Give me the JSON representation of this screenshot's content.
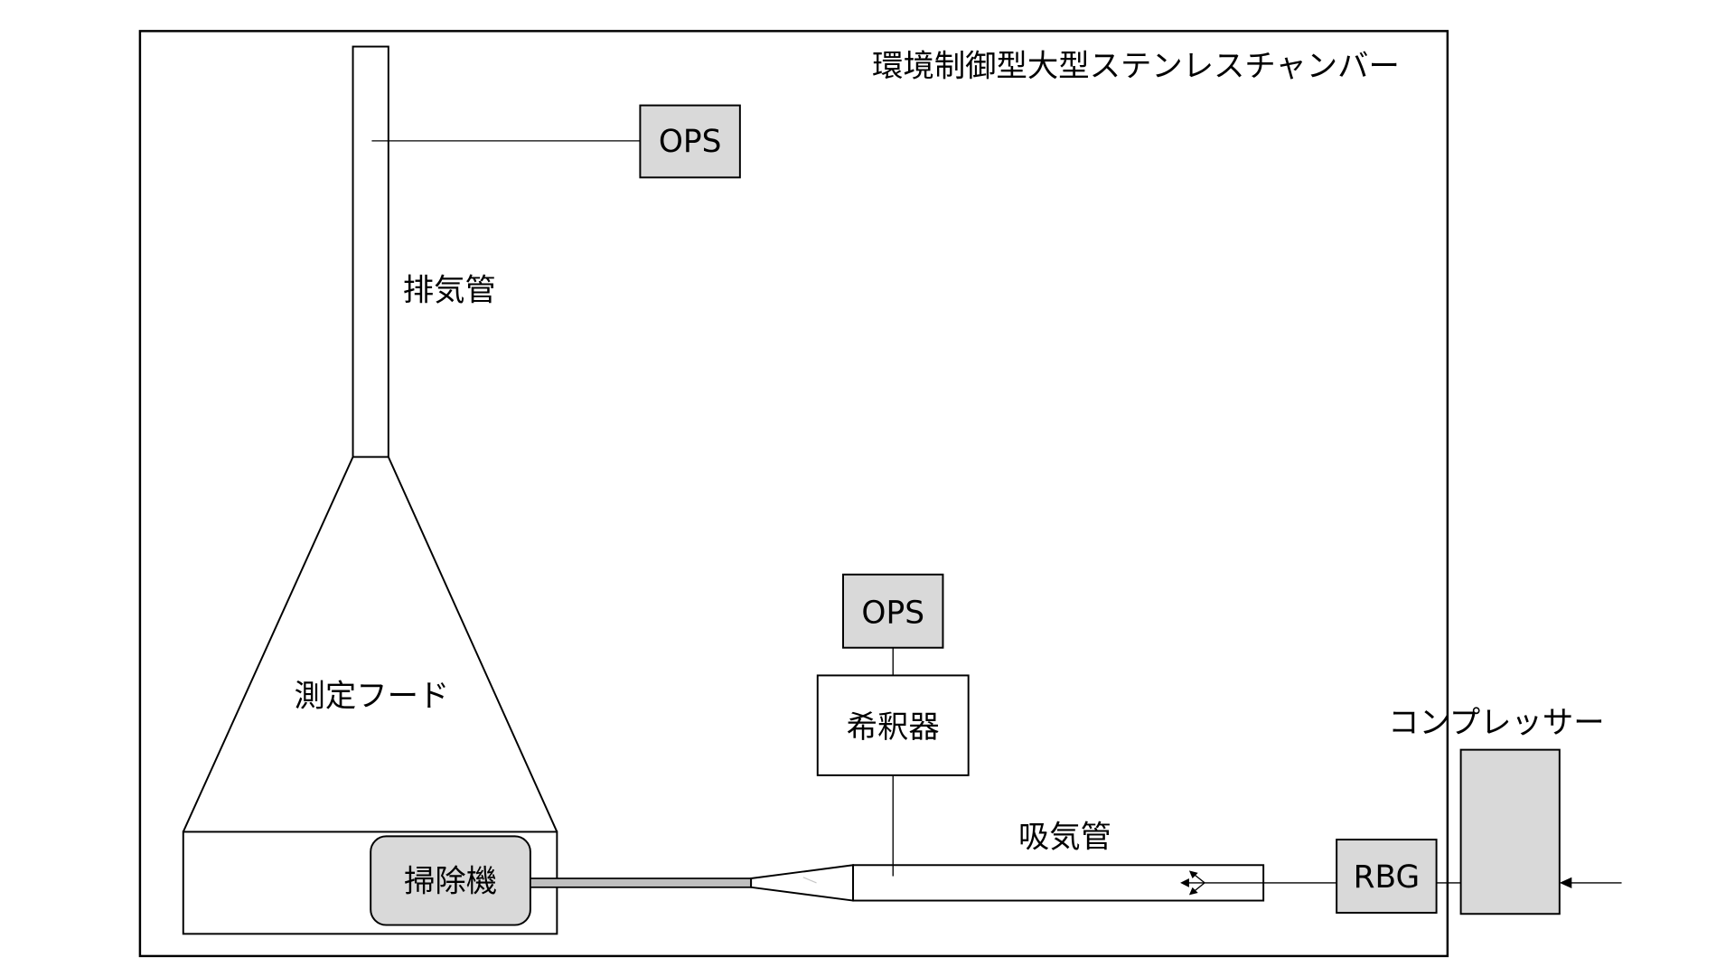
{
  "diagram": {
    "chamber": {
      "title": "環境制御型大型ステンレスチャンバー"
    },
    "exhaust_pipe": {
      "label": "排気管"
    },
    "ops_exhaust": {
      "label": "OPS"
    },
    "hood": {
      "label": "測定フード"
    },
    "cleaner": {
      "label": "掃除機"
    },
    "ops_dilutor": {
      "label": "OPS"
    },
    "dilutor": {
      "label": "希釈器"
    },
    "intake_pipe": {
      "label": "吸気管"
    },
    "rbg": {
      "label": "RBG"
    },
    "compressor": {
      "label": "コンプレッサー"
    }
  },
  "colors": {
    "box_fill": "#d9d9d9",
    "hose_fill": "#bfbfbf",
    "line": "#000000",
    "background": "#ffffff"
  }
}
